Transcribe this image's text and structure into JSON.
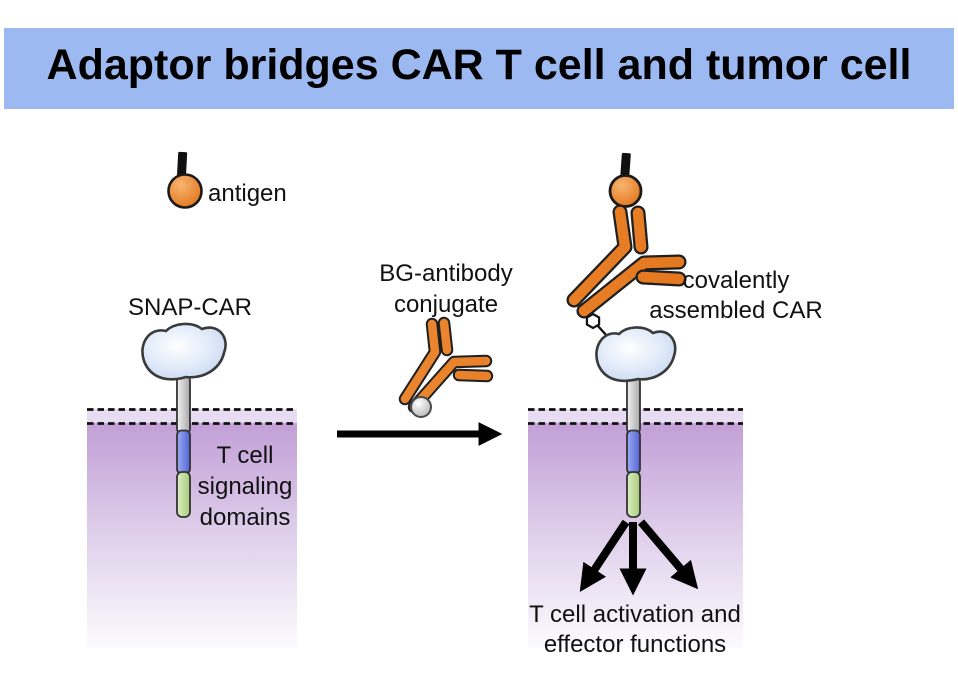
{
  "title": "Adaptor bridges CAR T cell and tumor cell",
  "labels": {
    "antigen": "antigen",
    "snap_car": "SNAP-CAR",
    "signaling_domains": "T cell\nsignaling\ndomains",
    "bg_conjugate": "BG-antibody\nconjugate",
    "covalent_car": "covalently\nassembled CAR",
    "activation": "T cell activation and\neffector functions"
  },
  "colors": {
    "banner_bg": "#9cb9f2",
    "title_text": "#000000",
    "label_text": "#111111",
    "antibody_orange": "#e8771c",
    "antibody_orange_light": "#f0913d",
    "antigen_orange": "#e8841f",
    "receptor_blob_blue": "#c3d3ee",
    "stalk_gray": "#c9c9c9",
    "transmembrane_blue": "#6f80dd",
    "signaling_green": "#c4e0a0",
    "membrane_purple": "#c2a0d7",
    "membrane_band_lavender": "#e8dcf2",
    "linker_ball_gray": "#d6d6d6",
    "arrow_black": "#000000",
    "outline_dark": "#2b2b2b"
  },
  "icons": {
    "antigen_icon": "orange sphere on black stalk",
    "antibody_icon": "orange Y-shaped immunoglobulin",
    "bg_linker_icon": "gray sphere (benzylguanine)",
    "hexagon_linker_icon": "white hexagon ring",
    "membrane_icon": "purple gradient bilayer with dashed lines",
    "arrow_icon": "black reaction arrow"
  }
}
